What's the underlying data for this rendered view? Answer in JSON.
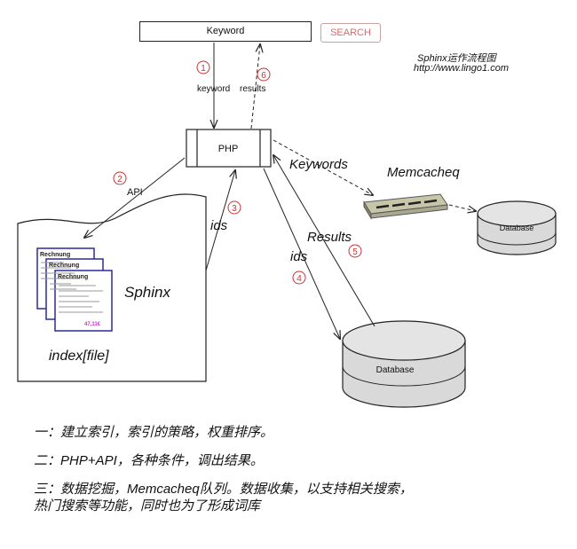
{
  "search": {
    "keyword_label": "Keyword",
    "search_button": "SEARCH"
  },
  "credit": {
    "title": "Sphinx运作流程图",
    "url": "http://www.lingo1.com"
  },
  "diagram": {
    "php": "PHP",
    "memcacheq": "Memcacheq",
    "database_small": "Database",
    "database_main": "Database",
    "sphinx": "Sphinx",
    "index": "index[file]",
    "doc_labels": [
      "Rechnung",
      "Rechnung",
      "Rechnung"
    ],
    "doc_amount": "47,11€",
    "step1_num": "1",
    "step1_label": "keyword",
    "step2_num": "2",
    "step2_label": "API",
    "step3_num": "3",
    "step3_label": "ids",
    "step4_num": "4",
    "step4_label": "ids",
    "step5_num": "5",
    "step5_label": "Results",
    "step6_num": "6",
    "step6_label": "results",
    "keywords_label": "Keywords"
  },
  "notes": {
    "line1": "一：建立索引，索引的策略，权重排序。",
    "line2": "二：PHP+API，各种条件，调出结果。",
    "line3a": "三：数据挖掘，Memcacheq队列。数据收集，以支持相关搜索，",
    "line3b": "热门搜索等功能，同时也为了形成词库"
  }
}
